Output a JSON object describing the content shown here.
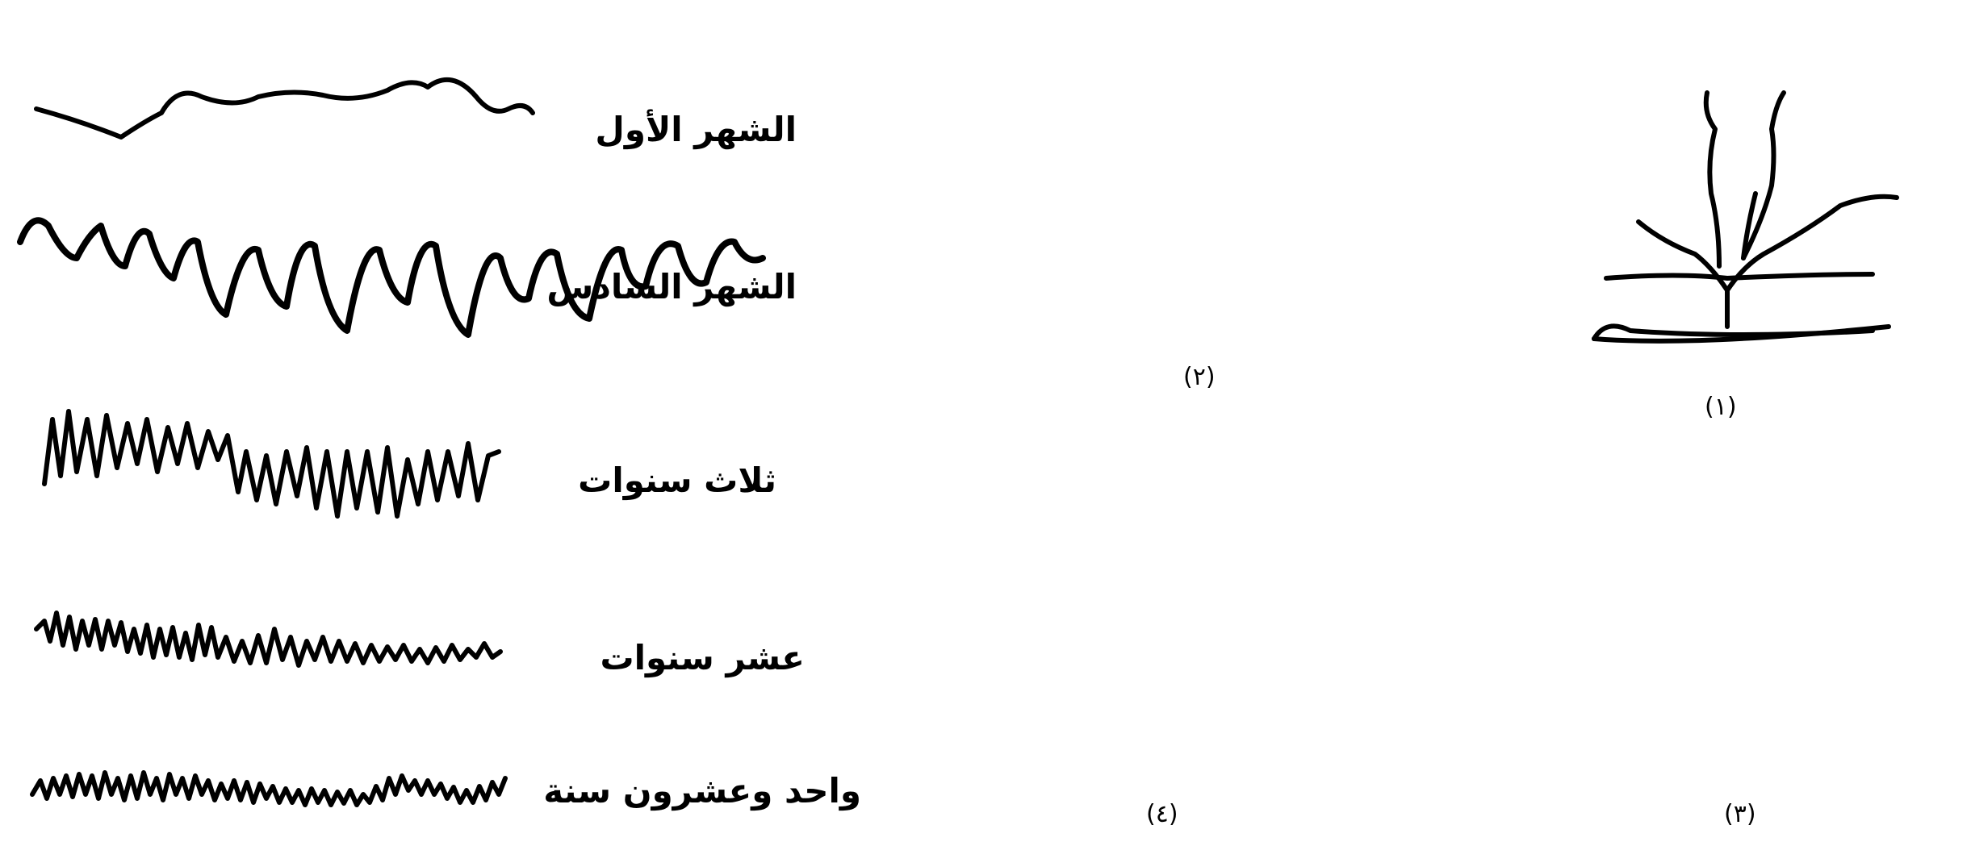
{
  "eeg_waves": [
    {
      "label": "الشهر الأول"
    },
    {
      "label": "الشهر السادس"
    },
    {
      "label": "ثلاث سنوات"
    },
    {
      "label": "عشر سنوات"
    },
    {
      "label": "واحد وعشرون سنة"
    }
  ],
  "neuron_figures": [
    {
      "label": "(١)"
    },
    {
      "label": "(٢)"
    },
    {
      "label": "(٣)"
    },
    {
      "label": "(٤)"
    }
  ]
}
